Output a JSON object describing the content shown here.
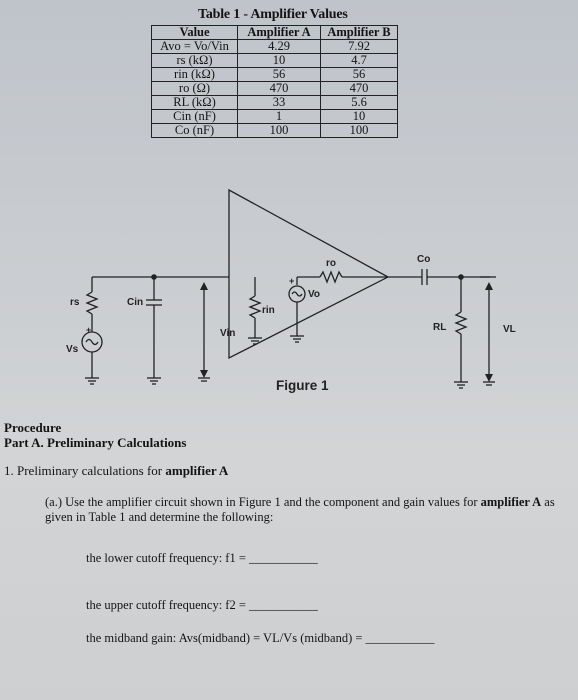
{
  "table": {
    "title": "Table 1 - Amplifier Values",
    "headers": [
      "Value",
      "Amplifier A",
      "Amplifier B"
    ],
    "rows": [
      [
        "Avo = Vo/Vin",
        "4.29",
        "7.92"
      ],
      [
        "rs (kΩ)",
        "10",
        "4.7"
      ],
      [
        "rin (kΩ)",
        "56",
        "56"
      ],
      [
        "ro (Ω)",
        "470",
        "470"
      ],
      [
        "RL (kΩ)",
        "33",
        "5.6"
      ],
      [
        "Cin (nF)",
        "1",
        "10"
      ],
      [
        "Co (nF)",
        "100",
        "100"
      ]
    ]
  },
  "figure": {
    "caption": "Figure 1",
    "labels": {
      "rs": "rs",
      "vs": "Vs",
      "cin": "Cin",
      "vin": "Vin",
      "rin": "rin",
      "ro": "ro",
      "vo": "Vo",
      "co": "Co",
      "rl": "RL",
      "vl": "VL"
    }
  },
  "procedure": {
    "heading": "Procedure",
    "part": "Part A.  Preliminary Calculations",
    "item_prefix": "1. Preliminary calculations for ",
    "item_bold": "amplifier A",
    "para_a": "(a.) Use the amplifier circuit shown in Figure 1 and the component and gain values for ",
    "para_bold": "amplifier A",
    "para_b": " as given in Table 1 and determine the following:",
    "q_lower": "the lower cutoff frequency:  f1 = ___________",
    "q_upper": "the upper cutoff frequency:  f2 = ___________",
    "q_mid": "the midband gain:  Avs(midband) = VL/Vs  (midband) = ___________"
  }
}
